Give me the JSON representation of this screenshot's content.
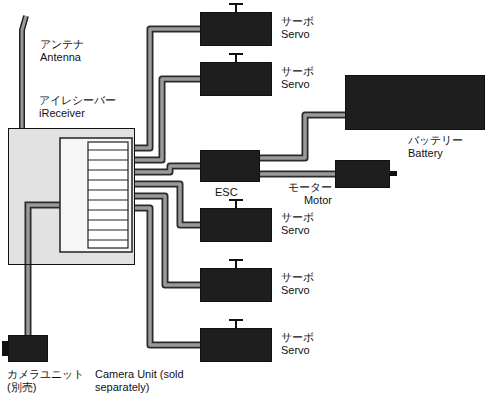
{
  "diagram": {
    "nodes": [
      {
        "text": [
          "アイレシーバー iReceiver"
        ]
      },
      {
        "text": [
          "サーボ Servo"
        ]
      },
      {
        "text": [
          "サーボ Servo"
        ]
      },
      {
        "text": [
          "ESC"
        ]
      },
      {
        "text": [
          "バッテリー Battery"
        ]
      },
      {
        "text": [
          "モーター Motor"
        ]
      },
      {
        "text": [
          "サーボ Servo"
        ]
      },
      {
        "text": [
          "サーボ Servo"
        ]
      },
      {
        "text": [
          "サーボ Servo"
        ]
      },
      {
        "text": [
          "カメラユニット (別売)",
          "Camera Unit (sold separately)"
        ]
      }
    ],
    "edges": [
      {
        "from": 0,
        "to": 1,
        "arrow": "none"
      },
      {
        "from": 0,
        "to": 2,
        "arrow": "none"
      },
      {
        "from": 0,
        "to": 3,
        "arrow": "none"
      },
      {
        "from": 0,
        "to": 6,
        "arrow": "none"
      },
      {
        "from": 0,
        "to": 7,
        "arrow": "none"
      },
      {
        "from": 0,
        "to": 8,
        "arrow": "none"
      },
      {
        "from": 3,
        "to": 4,
        "arrow": "none"
      },
      {
        "from": 3,
        "to": 5,
        "arrow": "none"
      },
      {
        "from": 9,
        "to": 0,
        "arrow": "none"
      }
    ],
    "labels": [
      "アンテナ Antenna"
    ]
  }
}
